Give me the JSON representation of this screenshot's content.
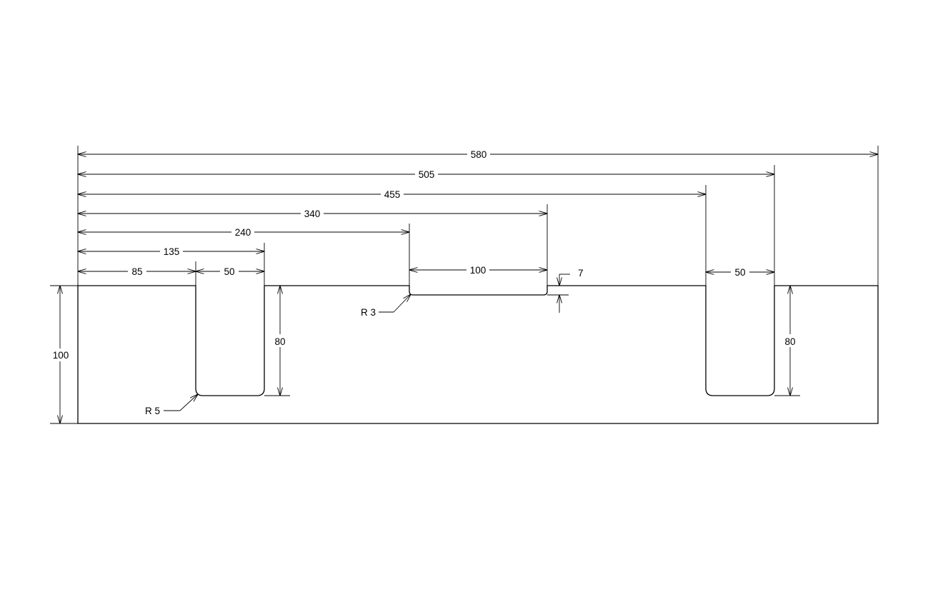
{
  "drawing": {
    "dimensions": {
      "overall_length": "580",
      "d505": "505",
      "d455": "455",
      "d340": "340",
      "d240": "240",
      "d135": "135",
      "d85": "85",
      "slot_left_width": "50",
      "center_recess_width": "100",
      "center_recess_depth": "7",
      "slot_right_width": "50",
      "height": "100",
      "slot_left_depth": "80",
      "slot_right_depth": "80"
    },
    "radius_labels": {
      "recess_radius": "R 3",
      "slot_radius": "R 5"
    }
  }
}
